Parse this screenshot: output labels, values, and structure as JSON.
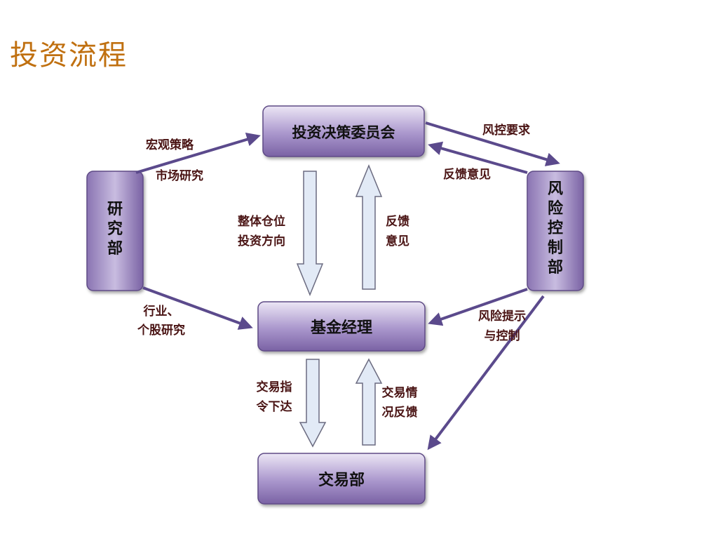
{
  "title": "投资流程",
  "colors": {
    "title": "#c07010",
    "box_fill_top": "#ece6f5",
    "box_fill_bottom": "#7e66a8",
    "arrow": "#5b4a8c",
    "block_arrow_fill": "#e2eaf6",
    "label": "#4a1414"
  },
  "nodes": {
    "committee": "投资决策委员会",
    "research": [
      "研",
      "究",
      "部"
    ],
    "risk": [
      "风",
      "险",
      "控",
      "制",
      "部"
    ],
    "fund_manager": "基金经理",
    "trading": "交易部"
  },
  "labels": {
    "macro_strategy": "宏观策略",
    "market_research": "市场研究",
    "industry_research": [
      "行业、",
      "个股研究"
    ],
    "risk_requirement": "风控要求",
    "feedback_opinion": "反馈意见",
    "overall_position": [
      "整体仓位",
      "投资方向"
    ],
    "feedback_vertical": [
      "反馈",
      "意见"
    ],
    "risk_control": [
      "风险提示",
      "与控制"
    ],
    "trade_order": [
      "交易指",
      "令下达"
    ],
    "trade_feedback": [
      "交易情",
      "况反馈"
    ]
  }
}
